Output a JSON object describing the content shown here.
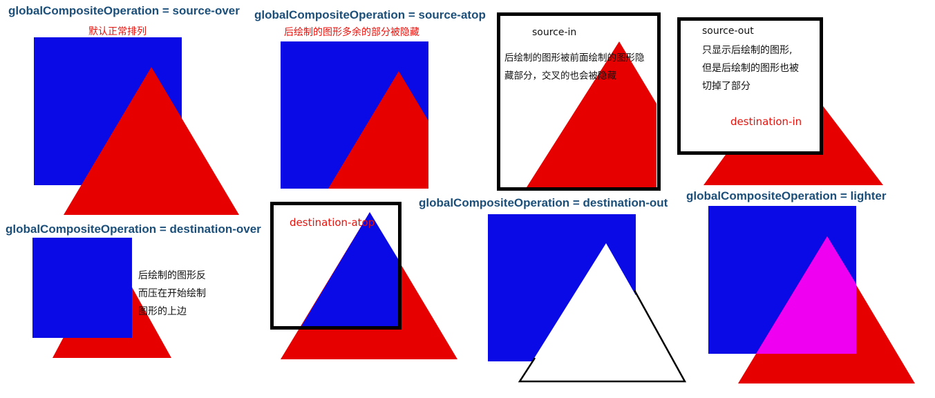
{
  "colors": {
    "blue": "#0a0ae6",
    "red": "#e60000",
    "magenta": "#f000f0",
    "title": "#1b4f7a",
    "note_red": "#e8120c",
    "frame": "#000000"
  },
  "panels": {
    "source_over": {
      "title": "globalCompositeOperation = source-over",
      "note": "默认正常排列"
    },
    "source_atop": {
      "title": "globalCompositeOperation = source-atop",
      "note": "后绘制的图形多余的部分被隐藏"
    },
    "source_in": {
      "label": "source-in",
      "desc_line1": "后绘制的图形被前面绘制的图形隐",
      "desc_line2": "藏部分，交叉的也会被隐藏"
    },
    "source_out": {
      "label": "source-out",
      "desc_line1": "只显示后绘制的图形,",
      "desc_line2": "但是后绘制的图形也被",
      "desc_line3": "切掉了部分",
      "extra_label": "destination-in"
    },
    "destination_over": {
      "title": "globalCompositeOperation = destination-over",
      "desc_line1": "后绘制的图形反",
      "desc_line2": "而压在开始绘制",
      "desc_line3": "图形的上边"
    },
    "destination_atop": {
      "label": "destination-atop"
    },
    "destination_out": {
      "title": "globalCompositeOperation = destination-out"
    },
    "lighter": {
      "title": "globalCompositeOperation = lighter"
    }
  }
}
